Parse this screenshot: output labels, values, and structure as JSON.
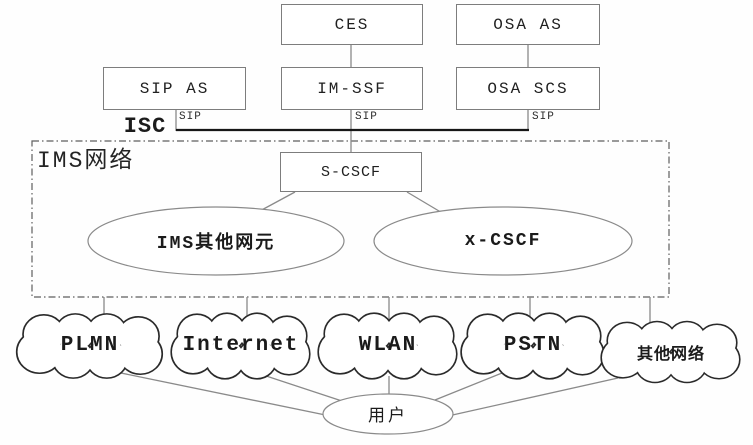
{
  "diagram_title": "IMS service architecture diagram",
  "colors": {
    "background": "#fefefe",
    "box_border": "#7d7d7d",
    "thin_line": "#8a8a8a",
    "cloud_stroke": "#2a2a2a",
    "isc_bus_line": "#161616",
    "dashed_zone_border": "#5f5f5f",
    "text": "#1b1b1b"
  },
  "nodes": {
    "ces": "CES",
    "osa_as": "OSA AS",
    "sip_as": "SIP AS",
    "im_ssf": "IM-SSF",
    "osa_scs": "OSA SCS",
    "s_cscf": "S-CSCF"
  },
  "interface_labels": {
    "isc": "ISC",
    "sip_left": "SIP",
    "sip_center": "SIP",
    "sip_right": "SIP"
  },
  "ims_zone": {
    "label": "IMS网络",
    "other_elements_ellipse": "IMS其他网元",
    "x_cscf_ellipse": "x-CSCF"
  },
  "access_clouds": {
    "plmn": "PLMN",
    "internet": "Internet",
    "wlan": "WLAN",
    "pstn": "PSTN",
    "other_networks": "其他网络"
  },
  "user_ellipse": "用户"
}
